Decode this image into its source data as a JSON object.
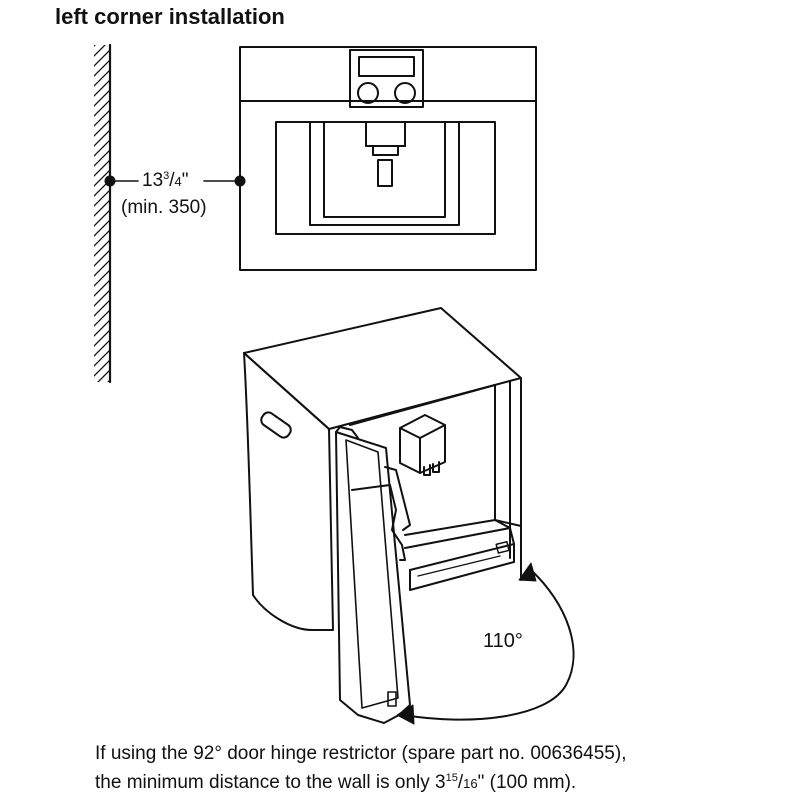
{
  "title": "left corner installation",
  "dimension": {
    "whole": "13",
    "numerator": "3",
    "denominator": "4",
    "unit_mark": "\"",
    "metric": "(min. 350)"
  },
  "angle": {
    "value": "110",
    "unit": "°"
  },
  "note": {
    "line1": "If using the 92° door hinge restrictor (spare part no. 00636455),",
    "line2_prefix": "the minimum distance to the wall is only ",
    "line2_whole": "3",
    "line2_numerator": "15",
    "line2_denominator": "16",
    "line2_suffix": "\" (100 mm)."
  }
}
